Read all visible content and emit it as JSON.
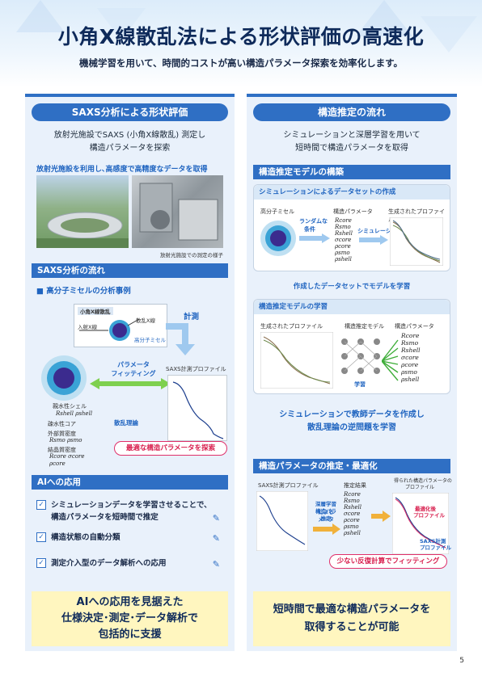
{
  "header": {
    "title": "小角X線散乱法による形状評価の高速化",
    "subtitle": "機械学習を用いて、時間的コストが高い構造パラメータ探索を効率化します。"
  },
  "left": {
    "head": "SAXS分析による形状評価",
    "intro_line1": "放射光施設でSAXS (小角X線散乱) 測定し",
    "intro_line2": "構造パラメータを探索",
    "photo_caption_main": "放射光施設を利用し､高感度で高精度なデータを取得",
    "photo_caption_small": "放射光施設での測定の様子",
    "flow_head": "SAXS分析の流れ",
    "flow_sub": "■ 高分子ミセルの分析事例",
    "diagram": {
      "box_label": "小角X線散乱",
      "incident": "入射X線",
      "scattered": "散乱X線",
      "micelle": "高分子ミセル",
      "measure": "計測",
      "fit_line1": "パラメータ",
      "fit_line2": "フィッティング",
      "profile": "SAXS計測プロファイル",
      "theory": "散乱理論",
      "shell_label": "親水性シェル",
      "core_label": "疎水性コア",
      "outer_label": "外部質密度",
      "inner_label": "結晶質密度",
      "params_shell": "Rshell   ρshell",
      "params_rho": "Rsmo   ρsmo",
      "params_core": "Rcore   σcore",
      "params_pcore": "ρcore"
    },
    "explore": "最適な構造パラメータを探索",
    "ai_head": "AIへの応用",
    "ai_items": [
      {
        "line1": "シミュレーションデータを学習させることで、",
        "line2": "構造パラメータを短時間で推定"
      },
      {
        "line1": "構造状態の自動分類",
        "line2": ""
      },
      {
        "line1": "測定介入型のデータ解析への応用",
        "line2": ""
      }
    ],
    "summary_line1": "AIへの応用を見据えた",
    "summary_line2": "仕様決定･測定･データ解析で",
    "summary_line3": "包括的に支援"
  },
  "right": {
    "head": "構造推定の流れ",
    "intro_line1": "シミュレーションと深層学習を用いて",
    "intro_line2": "短時間で構造パラメータを取得",
    "build_head": "構造推定モデルの構築",
    "dataset_head": "シミュレーションによるデータセットの作成",
    "micelle": "高分子ミセル",
    "struct_params": "構造パラメータ",
    "profile_gen": "生成されたプロファイル",
    "random_line1": "ランダムな",
    "random_line2": "条件",
    "simulation": "シミュレーション",
    "param_list": [
      "Rcore",
      "Rsmo",
      "Rshell",
      "σcore",
      "ρcore",
      "ρsmo",
      "ρshell"
    ],
    "learn_text": "作成したデータセットでモデルを学習",
    "learning_head": "構造推定モデルの学習",
    "gen_profile": "生成されたプロファイル",
    "model": "構造推定モデル",
    "struct_params2": "構造パラメータ",
    "learn": "学習",
    "teacher_line1": "シミュレーションで教師データを作成し",
    "teacher_line2": "散乱理論の逆問題を学習",
    "estimate_head": "構造パラメータの推定・最適化",
    "saxs_profile": "SAXS計測プロファイル",
    "est_result": "推定結果",
    "obtained_line1": "得られた構造パラメータの",
    "obtained_line2": "プロファイル",
    "model_est_line1": "深層学習による",
    "model_est_line2": "構造パラメータ",
    "model_est_line3": "推定",
    "optimized_line1": "最適化後",
    "optimized_line2": "プロファイル",
    "saxs_meas_line1": "SAXS計測",
    "saxs_meas_line2": "プロファイル",
    "few_iter": "少ない反復計算でフィッティング",
    "summary_line1": "短時間で最適な構造パラメータを",
    "summary_line2": "取得することが可能"
  },
  "page_number": "5"
}
